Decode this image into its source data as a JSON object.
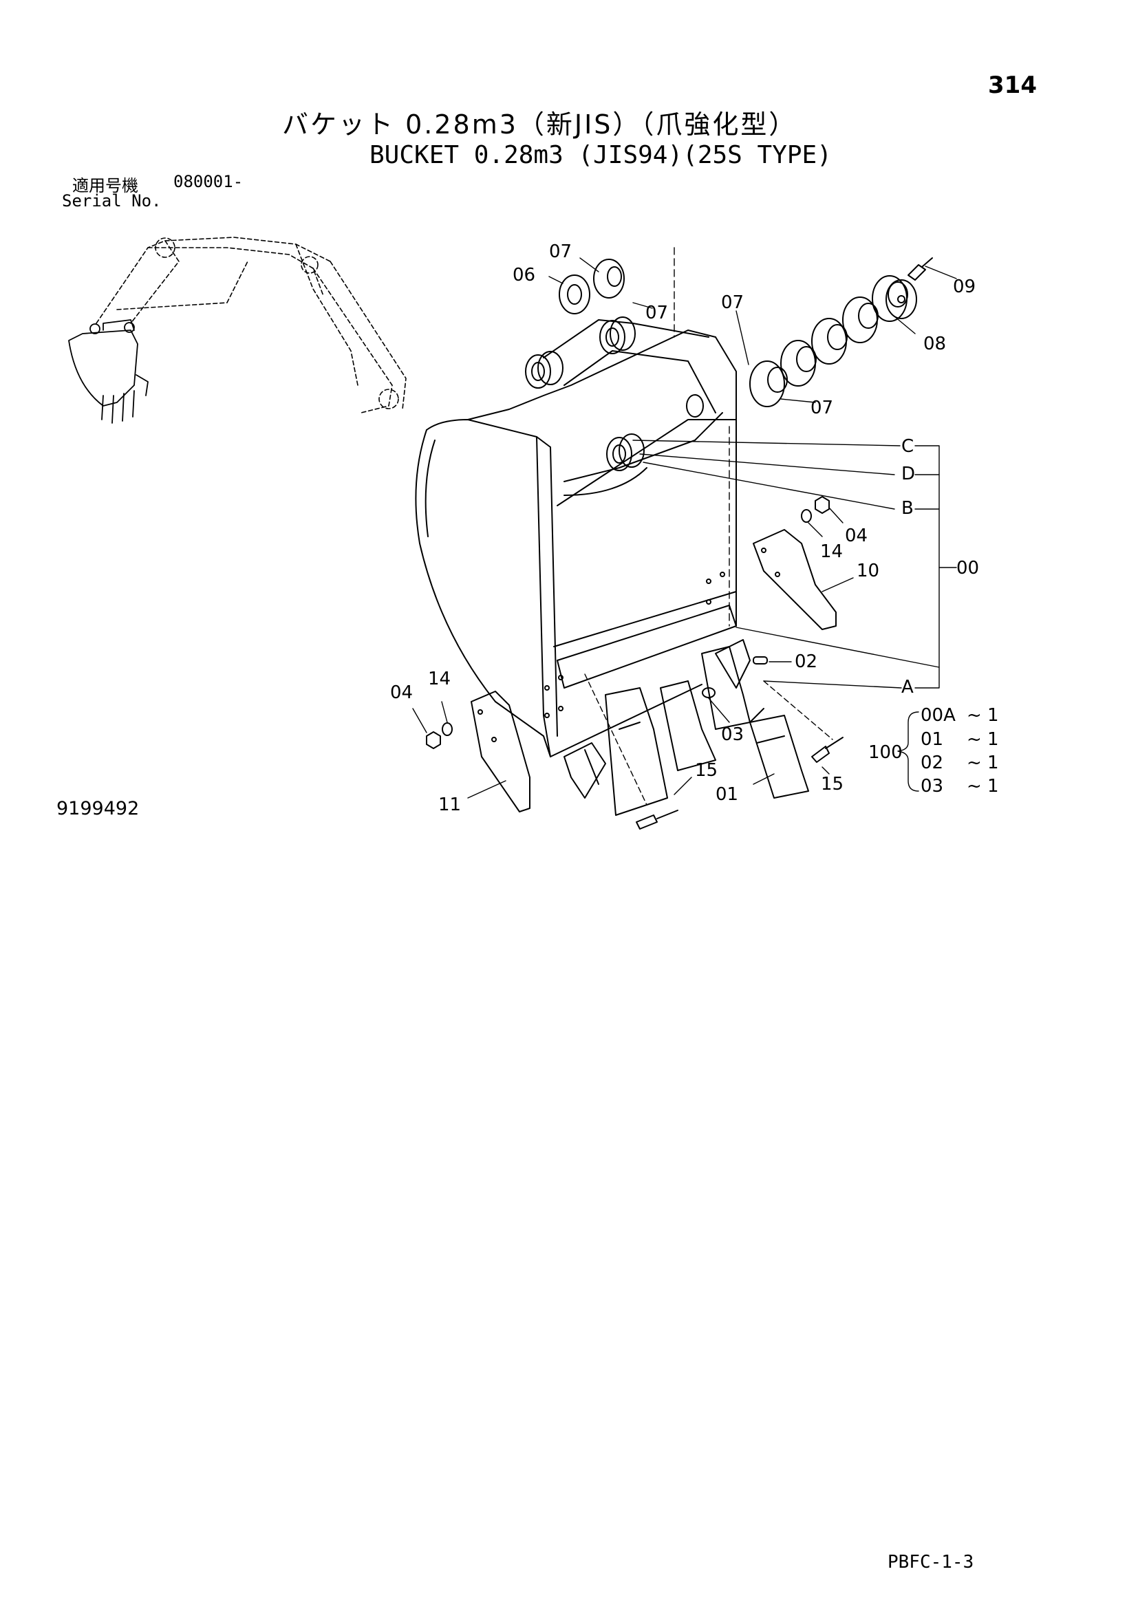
{
  "header": {
    "page_number": "314",
    "title_jp": "バケット 0.28m3（新JIS）（爪強化型）",
    "title_en": "BUCKET 0.28m3 (JIS94)(25S TYPE)",
    "serial_label_jp": "適用号機",
    "serial_value": "080001-",
    "serial_label_en": "Serial No."
  },
  "callouts": {
    "c07_top": "07",
    "c06": "06",
    "c07_mid": "07",
    "c07_right_top": "07",
    "c07_right_bottom": "07",
    "c09": "09",
    "c08": "08",
    "cC": "C",
    "cD": "D",
    "cB": "B",
    "cA": "A",
    "c00": "00",
    "c04_right": "04",
    "c14_right": "14",
    "c10": "10",
    "c02": "02",
    "c03": "03",
    "c04_left": "04",
    "c14_left": "14",
    "c11": "11",
    "c15_mid": "15",
    "c01": "01",
    "c15_right": "15"
  },
  "kit": {
    "number": "100",
    "items": [
      {
        "part": "00A",
        "qty": "~ 1"
      },
      {
        "part": "01",
        "qty": "~ 1"
      },
      {
        "part": "02",
        "qty": "~ 1"
      },
      {
        "part": "03",
        "qty": "~ 1"
      }
    ]
  },
  "footer": {
    "drawing_number": "9199492",
    "page_code": "PBFC-1-3"
  }
}
